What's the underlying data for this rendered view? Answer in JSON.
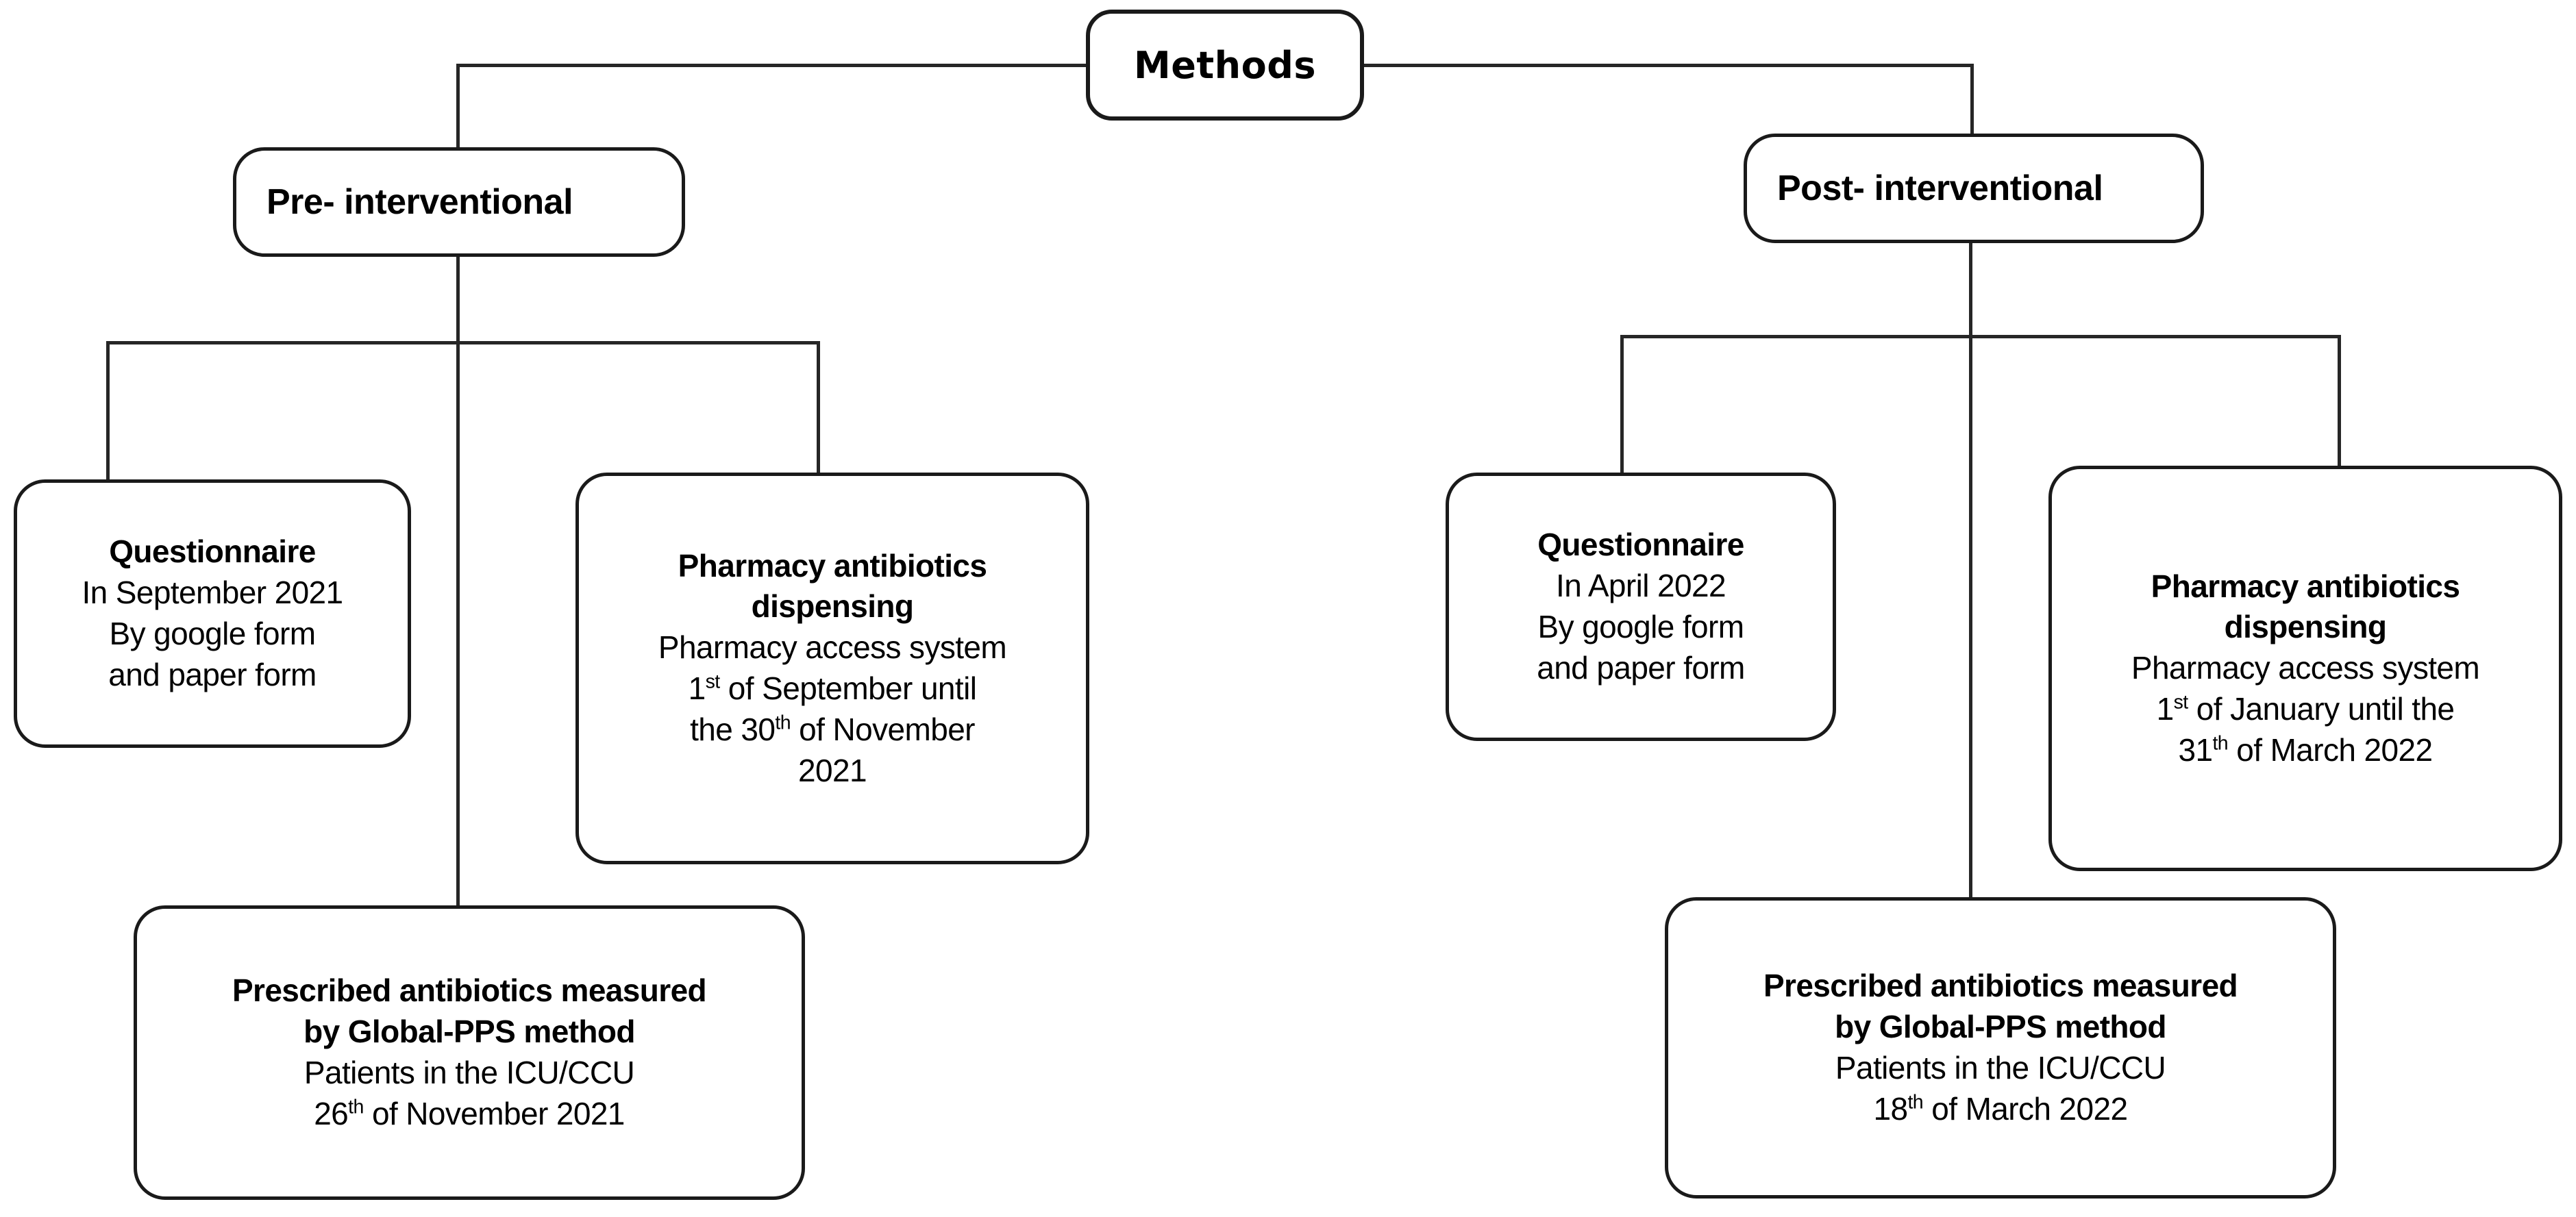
{
  "diagram": {
    "title": "Methods",
    "root": {
      "label": "Methods"
    },
    "branches": [
      {
        "id": "pre",
        "label": "Pre- interventional",
        "children": [
          {
            "id": "pre-questionnaire",
            "heading": "Questionnaire",
            "lines": [
              "In September 2021",
              "By google form",
              "and paper form"
            ]
          },
          {
            "id": "pre-pharmacy",
            "heading_line1": "Pharmacy antibiotics",
            "heading_line2": "dispensing",
            "lines": [
              "Pharmacy access system",
              "1st of September until",
              "the 30th of November",
              "2021"
            ],
            "lines_html": [
              "Pharmacy access system",
              "1<sup>st</sup> of September until",
              "the 30<sup>th</sup> of November",
              "2021"
            ]
          },
          {
            "id": "pre-global-pps",
            "heading_line1": "Prescribed antibiotics measured",
            "heading_line2": "by Global-PPS method",
            "lines": [
              "Patients in the ICU/CCU",
              "26th of November 2021"
            ],
            "lines_html": [
              "Patients in the ICU/CCU",
              "26<sup>th</sup> of November 2021"
            ]
          }
        ]
      },
      {
        "id": "post",
        "label": "Post- interventional",
        "children": [
          {
            "id": "post-questionnaire",
            "heading": "Questionnaire",
            "lines": [
              "In April 2022",
              "By google form",
              "and paper form"
            ]
          },
          {
            "id": "post-pharmacy",
            "heading_line1": "Pharmacy antibiotics",
            "heading_line2": "dispensing",
            "lines": [
              "Pharmacy access system",
              "1st of January until the",
              "31th of March 2022"
            ],
            "lines_html": [
              "Pharmacy access system",
              "1<sup>st</sup> of January until the",
              "31<sup>th</sup> of March 2022"
            ]
          },
          {
            "id": "post-global-pps",
            "heading_line1": "Prescribed antibiotics measured",
            "heading_line2": "by Global-PPS method",
            "lines": [
              "Patients in the ICU/CCU",
              "18th of March 2022"
            ],
            "lines_html": [
              "Patients in the ICU/CCU",
              "18<sup>th</sup> of March 2022"
            ]
          }
        ]
      }
    ],
    "colors": {
      "background": "#ffffff",
      "stroke": "#1a1a1a",
      "connector": "#262626",
      "text": "#111111"
    }
  }
}
